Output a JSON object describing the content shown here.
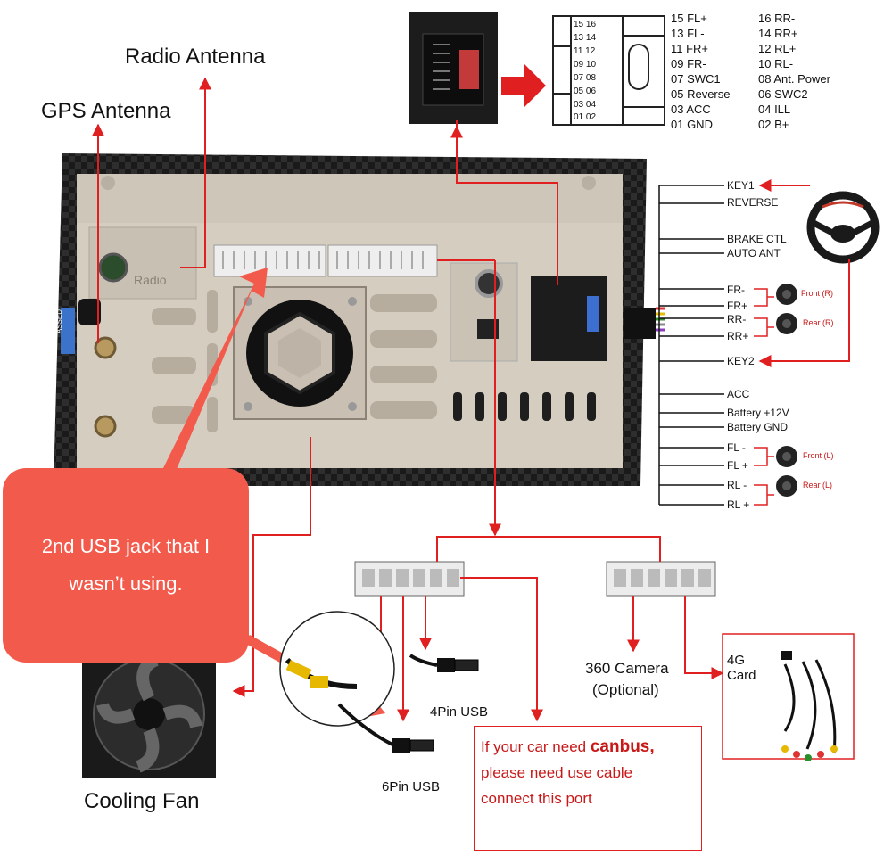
{
  "labels": {
    "radio_antenna": "Radio Antenna",
    "gps_antenna": "GPS Antenna",
    "radio_port": "Radio",
    "cooling_fan": "Cooling Fan",
    "camera": "360 Camera",
    "camera_optional": "(Optional)",
    "card_4g": "4G Card",
    "usb_4pin": "4Pin USB",
    "usb_6pin": "6Pin USB",
    "front_r": "Front (R)",
    "rear_r": "Rear (R)",
    "front_l": "Front (L)",
    "rear_l": "Rear (L)",
    "sticker": "ASSED"
  },
  "callout": {
    "text": "2nd USB jack that I wasn’t using."
  },
  "canbus": {
    "line1_prefix": "If your car need ",
    "line1_bold": "canbus,",
    "line2": "please need use cable",
    "line3": "connect this port"
  },
  "connector_pins": {
    "left": [
      "15 16",
      "13 14",
      "11 12",
      "09 10",
      "07 08",
      "05 06",
      "03 04",
      "01 02"
    ]
  },
  "pinout": [
    {
      "left": "15 FL+",
      "right": "16 RR-"
    },
    {
      "left": "13 FL-",
      "right": "14 RR+"
    },
    {
      "left": "11 FR+",
      "right": "12 RL+"
    },
    {
      "left": "09 FR-",
      "right": "10 RL-"
    },
    {
      "left": "07 SWC1",
      "right": "08 Ant. Power"
    },
    {
      "left": "05 Reverse",
      "right": "06 SWC2"
    },
    {
      "left": "03 ACC",
      "right": "04 ILL"
    },
    {
      "left": "01 GND",
      "right": "02 B+"
    }
  ],
  "harness_wires": [
    "KEY1",
    "REVERSE",
    "BRAKE CTL",
    "AUTO ANT",
    "FR-",
    "FR+",
    "RR-",
    "RR+",
    "KEY2",
    "ACC",
    "Battery +12V",
    "Battery GND",
    "FL -",
    "FL +",
    "RL -",
    "RL +"
  ],
  "colors": {
    "arrow_red": "#e02020",
    "callout": "#f25a4c",
    "unit_body": "#d8cfc3",
    "frame": "#1e1e1e"
  }
}
